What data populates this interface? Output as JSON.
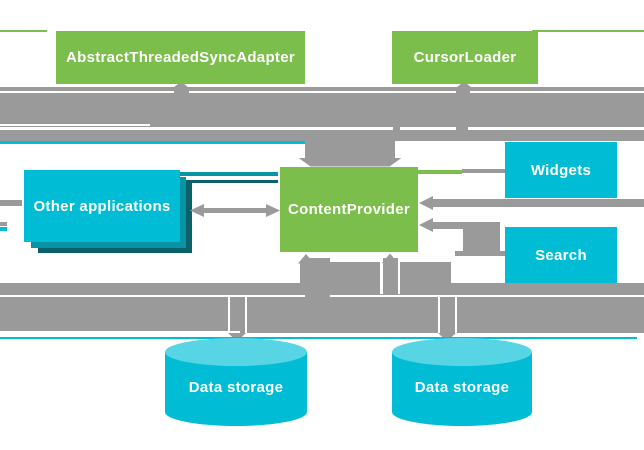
{
  "diagram": {
    "nodes": {
      "sync_adapter": {
        "label": "AbstractThreadedSyncAdapter",
        "shape": "box",
        "color": "#7CBE4B"
      },
      "cursor_loader": {
        "label": "CursorLoader",
        "shape": "box",
        "color": "#7CBE4B"
      },
      "other_applications": {
        "label": "Other applications",
        "shape": "stacked-box",
        "color": "#00BCD4"
      },
      "content_provider": {
        "label": "ContentProvider",
        "shape": "box",
        "color": "#7CBE4B"
      },
      "widgets": {
        "label": "Widgets",
        "shape": "box",
        "color": "#00BCD4"
      },
      "search": {
        "label": "Search",
        "shape": "box",
        "color": "#00BCD4"
      },
      "data_storage_left": {
        "label": "Data storage",
        "shape": "cylinder",
        "color": "#00BCD4"
      },
      "data_storage_right": {
        "label": "Data storage",
        "shape": "cylinder",
        "color": "#00BCD4"
      }
    },
    "edges": [
      {
        "from": "sync_adapter",
        "to": "content_provider",
        "direction": "bidirectional"
      },
      {
        "from": "cursor_loader",
        "to": "content_provider",
        "direction": "bidirectional"
      },
      {
        "from": "other_applications",
        "to": "content_provider",
        "direction": "bidirectional"
      },
      {
        "from": "widgets",
        "to": "content_provider",
        "direction": "into-provider"
      },
      {
        "from": "search",
        "to": "content_provider",
        "direction": "into-provider"
      },
      {
        "from": "content_provider",
        "to": "data_storage_left",
        "direction": "bidirectional"
      },
      {
        "from": "content_provider",
        "to": "data_storage_right",
        "direction": "bidirectional"
      }
    ],
    "colors": {
      "green": "#7CBE4B",
      "cyan": "#00BCD4",
      "cyan_light": "#58D5E5",
      "teal_mid": "#0894A5",
      "teal_dark": "#0A6169",
      "arrow_gray": "#9A9A9A",
      "text": "#FFFFFF",
      "background": "#FFFFFF"
    }
  }
}
